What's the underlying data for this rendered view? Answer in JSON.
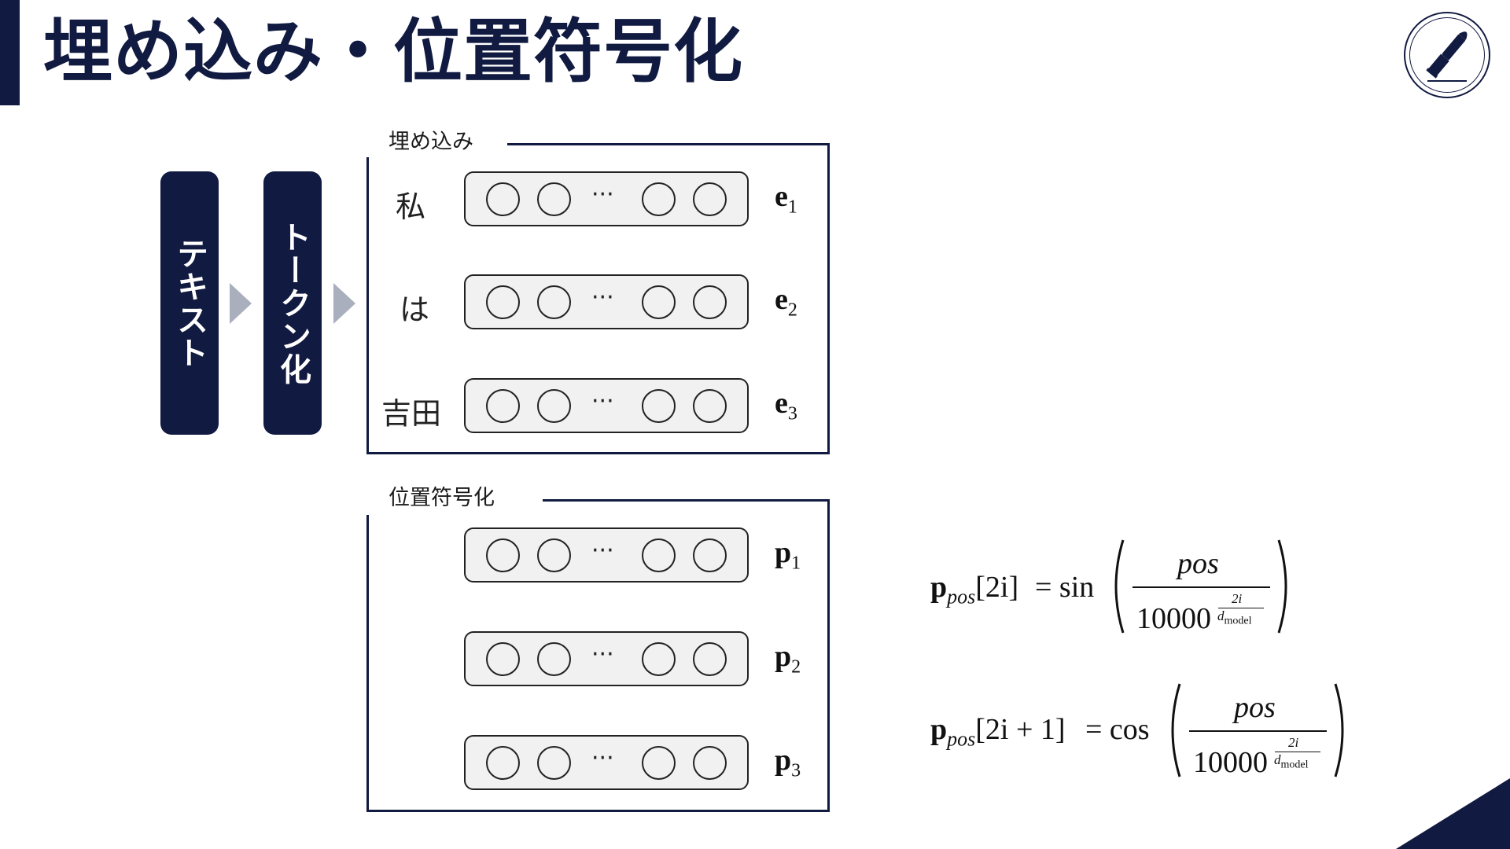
{
  "slide": {
    "title": "埋め込み・位置符号化"
  },
  "pipeline": {
    "step1": "テキスト",
    "step2": "トークン化"
  },
  "embedding": {
    "label": "埋め込み",
    "tokens": [
      "私",
      "は",
      "吉田"
    ],
    "vector_labels": [
      {
        "base": "e",
        "sub": "1"
      },
      {
        "base": "e",
        "sub": "2"
      },
      {
        "base": "e",
        "sub": "3"
      }
    ]
  },
  "positional": {
    "label": "位置符号化",
    "vector_labels": [
      {
        "base": "p",
        "sub": "1"
      },
      {
        "base": "p",
        "sub": "2"
      },
      {
        "base": "p",
        "sub": "3"
      }
    ]
  },
  "vector_ellipsis": "···",
  "formulas": {
    "sin": {
      "lhs_base": "p",
      "lhs_sub": "pos",
      "lhs_index": "[2i]",
      "op": "= sin",
      "numerator": "pos",
      "denominator_base": "10000",
      "exp_num": "2i",
      "exp_den_base": "d",
      "exp_den_sub": "model"
    },
    "cos": {
      "lhs_base": "p",
      "lhs_sub": "pos",
      "lhs_index": "[2i + 1]",
      "op": "= cos",
      "numerator": "pos",
      "denominator_base": "10000",
      "exp_num": "2i",
      "exp_den_base": "d",
      "exp_den_sub": "model"
    }
  },
  "colors": {
    "navy": "#111a40",
    "chevron": "#a9afbd",
    "vector_fill": "#f1f1f1"
  },
  "icons": {
    "logo": "bullet-icon"
  }
}
